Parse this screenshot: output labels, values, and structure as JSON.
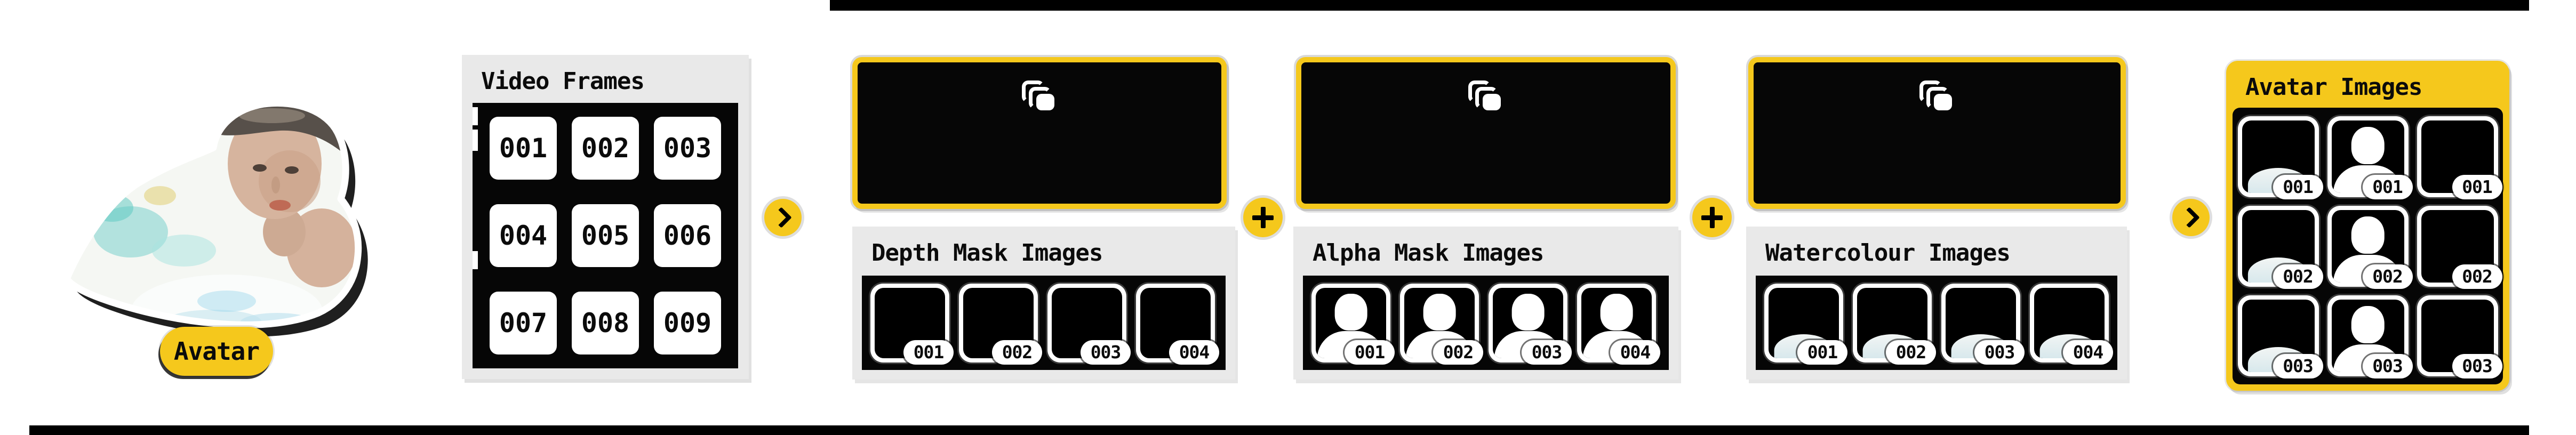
{
  "avatar": {
    "label": "Avatar"
  },
  "video_frames": {
    "title": "Video Frames",
    "tiles": [
      "001",
      "002",
      "003",
      "004",
      "005",
      "006",
      "007",
      "008",
      "009"
    ]
  },
  "connectors": [
    {
      "icon": "chevron-right-icon"
    },
    {
      "icon": "plus-icon"
    },
    {
      "icon": "plus-icon"
    },
    {
      "icon": "chevron-right-icon"
    }
  ],
  "sections": {
    "depth": {
      "title": "Depth Mask Images",
      "badges": [
        "001",
        "002",
        "003",
        "004"
      ]
    },
    "alpha": {
      "title": "Alpha Mask Images",
      "badges": [
        "001",
        "002",
        "003",
        "004"
      ]
    },
    "watercolour": {
      "title": "Watercolour Images",
      "badges": [
        "001",
        "002",
        "003",
        "004"
      ]
    }
  },
  "avatar_images": {
    "title": "Avatar Images",
    "badges": [
      [
        "001",
        "001",
        "001"
      ],
      [
        "002",
        "002",
        "002"
      ],
      [
        "003",
        "003",
        "003"
      ]
    ]
  },
  "icons": {
    "video_placeholder": "stacked-frames-icon"
  },
  "colors": {
    "accent_yellow": "#F5C81C",
    "panel_gray": "#E9E9E9",
    "black": "#060606",
    "white": "#FFFFFF"
  }
}
